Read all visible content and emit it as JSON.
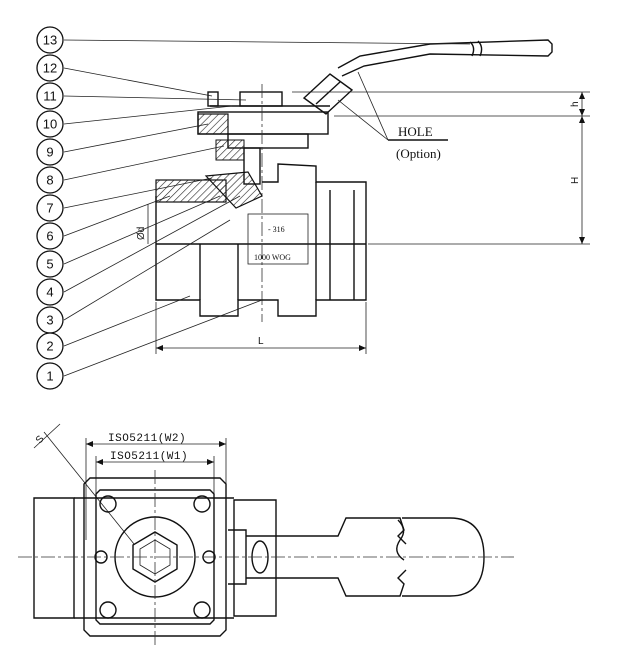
{
  "part_numbers": [
    "13",
    "12",
    "11",
    "10",
    "9",
    "8",
    "7",
    "6",
    "5",
    "4",
    "3",
    "2",
    "1"
  ],
  "hole_note": {
    "title": "HOLE",
    "subtitle": "(Option)"
  },
  "body_markings": {
    "material": "- 316",
    "pressure": "1000 WOG"
  },
  "dimensions": {
    "height_small": "h",
    "height": "H",
    "length": "L",
    "bore": "Ød"
  },
  "plan_view": {
    "flange_w2": "ISO5211(W2)",
    "flange_w1": "ISO5211(W1)",
    "stem_size": "S"
  }
}
